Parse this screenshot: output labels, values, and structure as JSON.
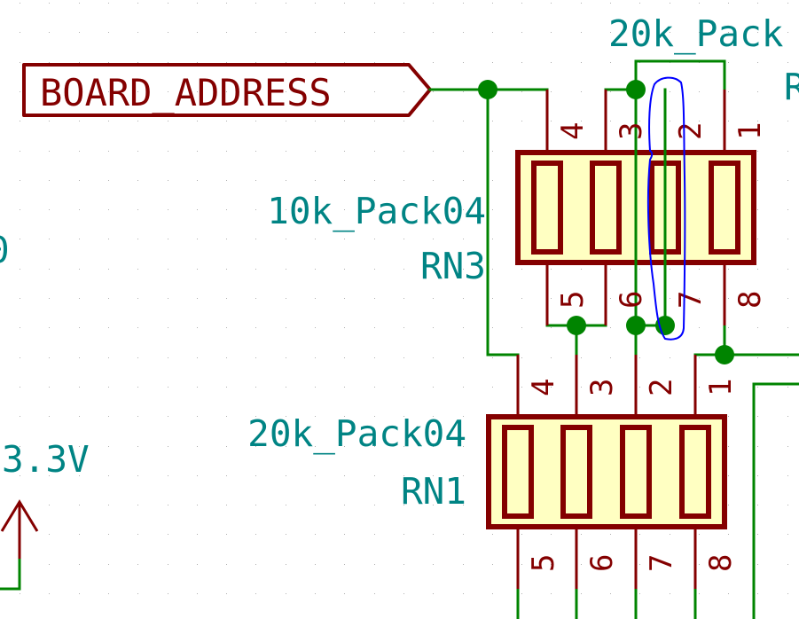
{
  "app": "KiCad Schematic Editor",
  "colors": {
    "wire": "#008400",
    "pin": "#840000",
    "body_fill": "#ffffc2",
    "reference_text": "#008484",
    "annotation": "#0000ff",
    "background": "#ffffff"
  },
  "global_label": {
    "text": "BOARD_ADDRESS",
    "shape": "output-arrow"
  },
  "power": {
    "value": "3.3V",
    "symbol": "power-arrow-up"
  },
  "partial_texts": {
    "left_edge": "0",
    "top_value": "20k_Pack",
    "top_ref": "R"
  },
  "components": [
    {
      "ref": "RN3",
      "value": "10k_Pack04",
      "pins_top": [
        "4",
        "3",
        "2",
        "1"
      ],
      "pins_bottom": [
        "5",
        "6",
        "7",
        "8"
      ]
    },
    {
      "ref": "RN1",
      "value": "20k_Pack04",
      "pins_top": [
        "4",
        "3",
        "2",
        "1"
      ],
      "pins_bottom": [
        "5",
        "6",
        "7",
        "8"
      ]
    }
  ],
  "annotation": {
    "description": "hand-drawn blue loop around pin 2/7 wire of RN3"
  }
}
